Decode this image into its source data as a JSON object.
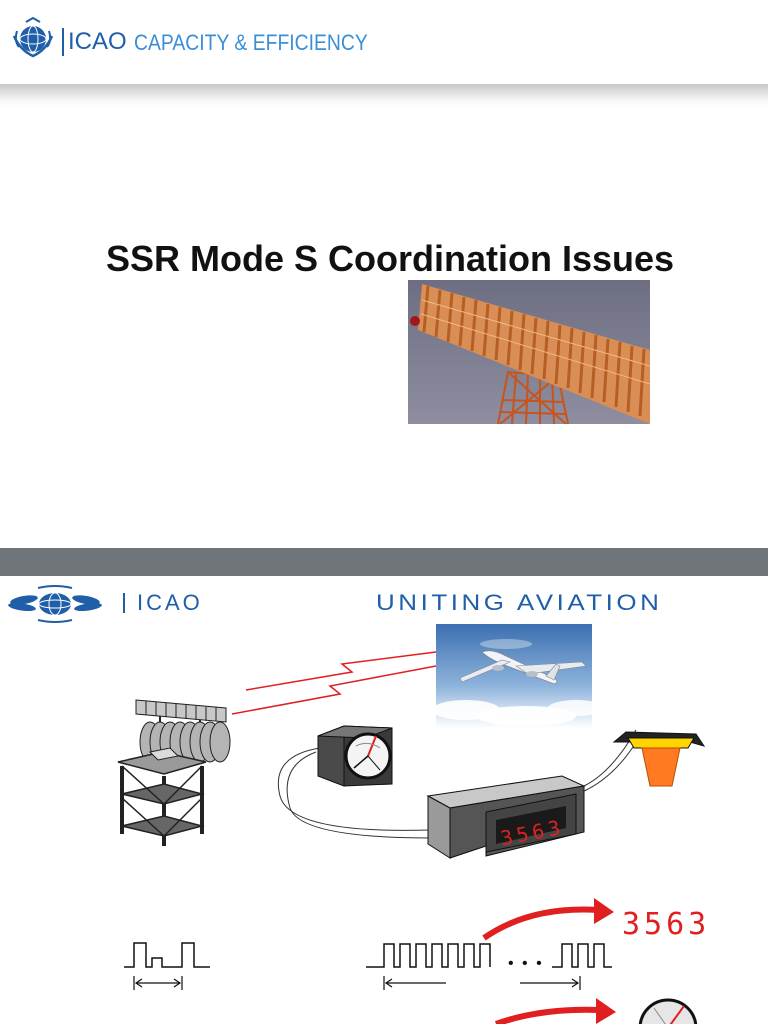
{
  "slide1": {
    "logo_text": "ICAO",
    "subtitle": "CAPACITY & EFFICIENCY",
    "title": "SSR Mode S Coordination Issues",
    "photo_icon": "radar-antenna-photo",
    "colors": {
      "brand": "#1f5ea8",
      "subtitle": "#3a8fd8",
      "title": "#111111"
    }
  },
  "divider": {
    "color": "#6f7478"
  },
  "slide2": {
    "logo_text": "ICAO",
    "slogan": "UNITING AVIATION",
    "photo_icon": "airplane-photo",
    "display_code": "3563",
    "decoded_code": "3563",
    "ellipsis": "• • •",
    "colors": {
      "brand": "#1f5ea8",
      "signal": "#e02020",
      "display": "#e02020",
      "arrow": "#e02020"
    }
  }
}
